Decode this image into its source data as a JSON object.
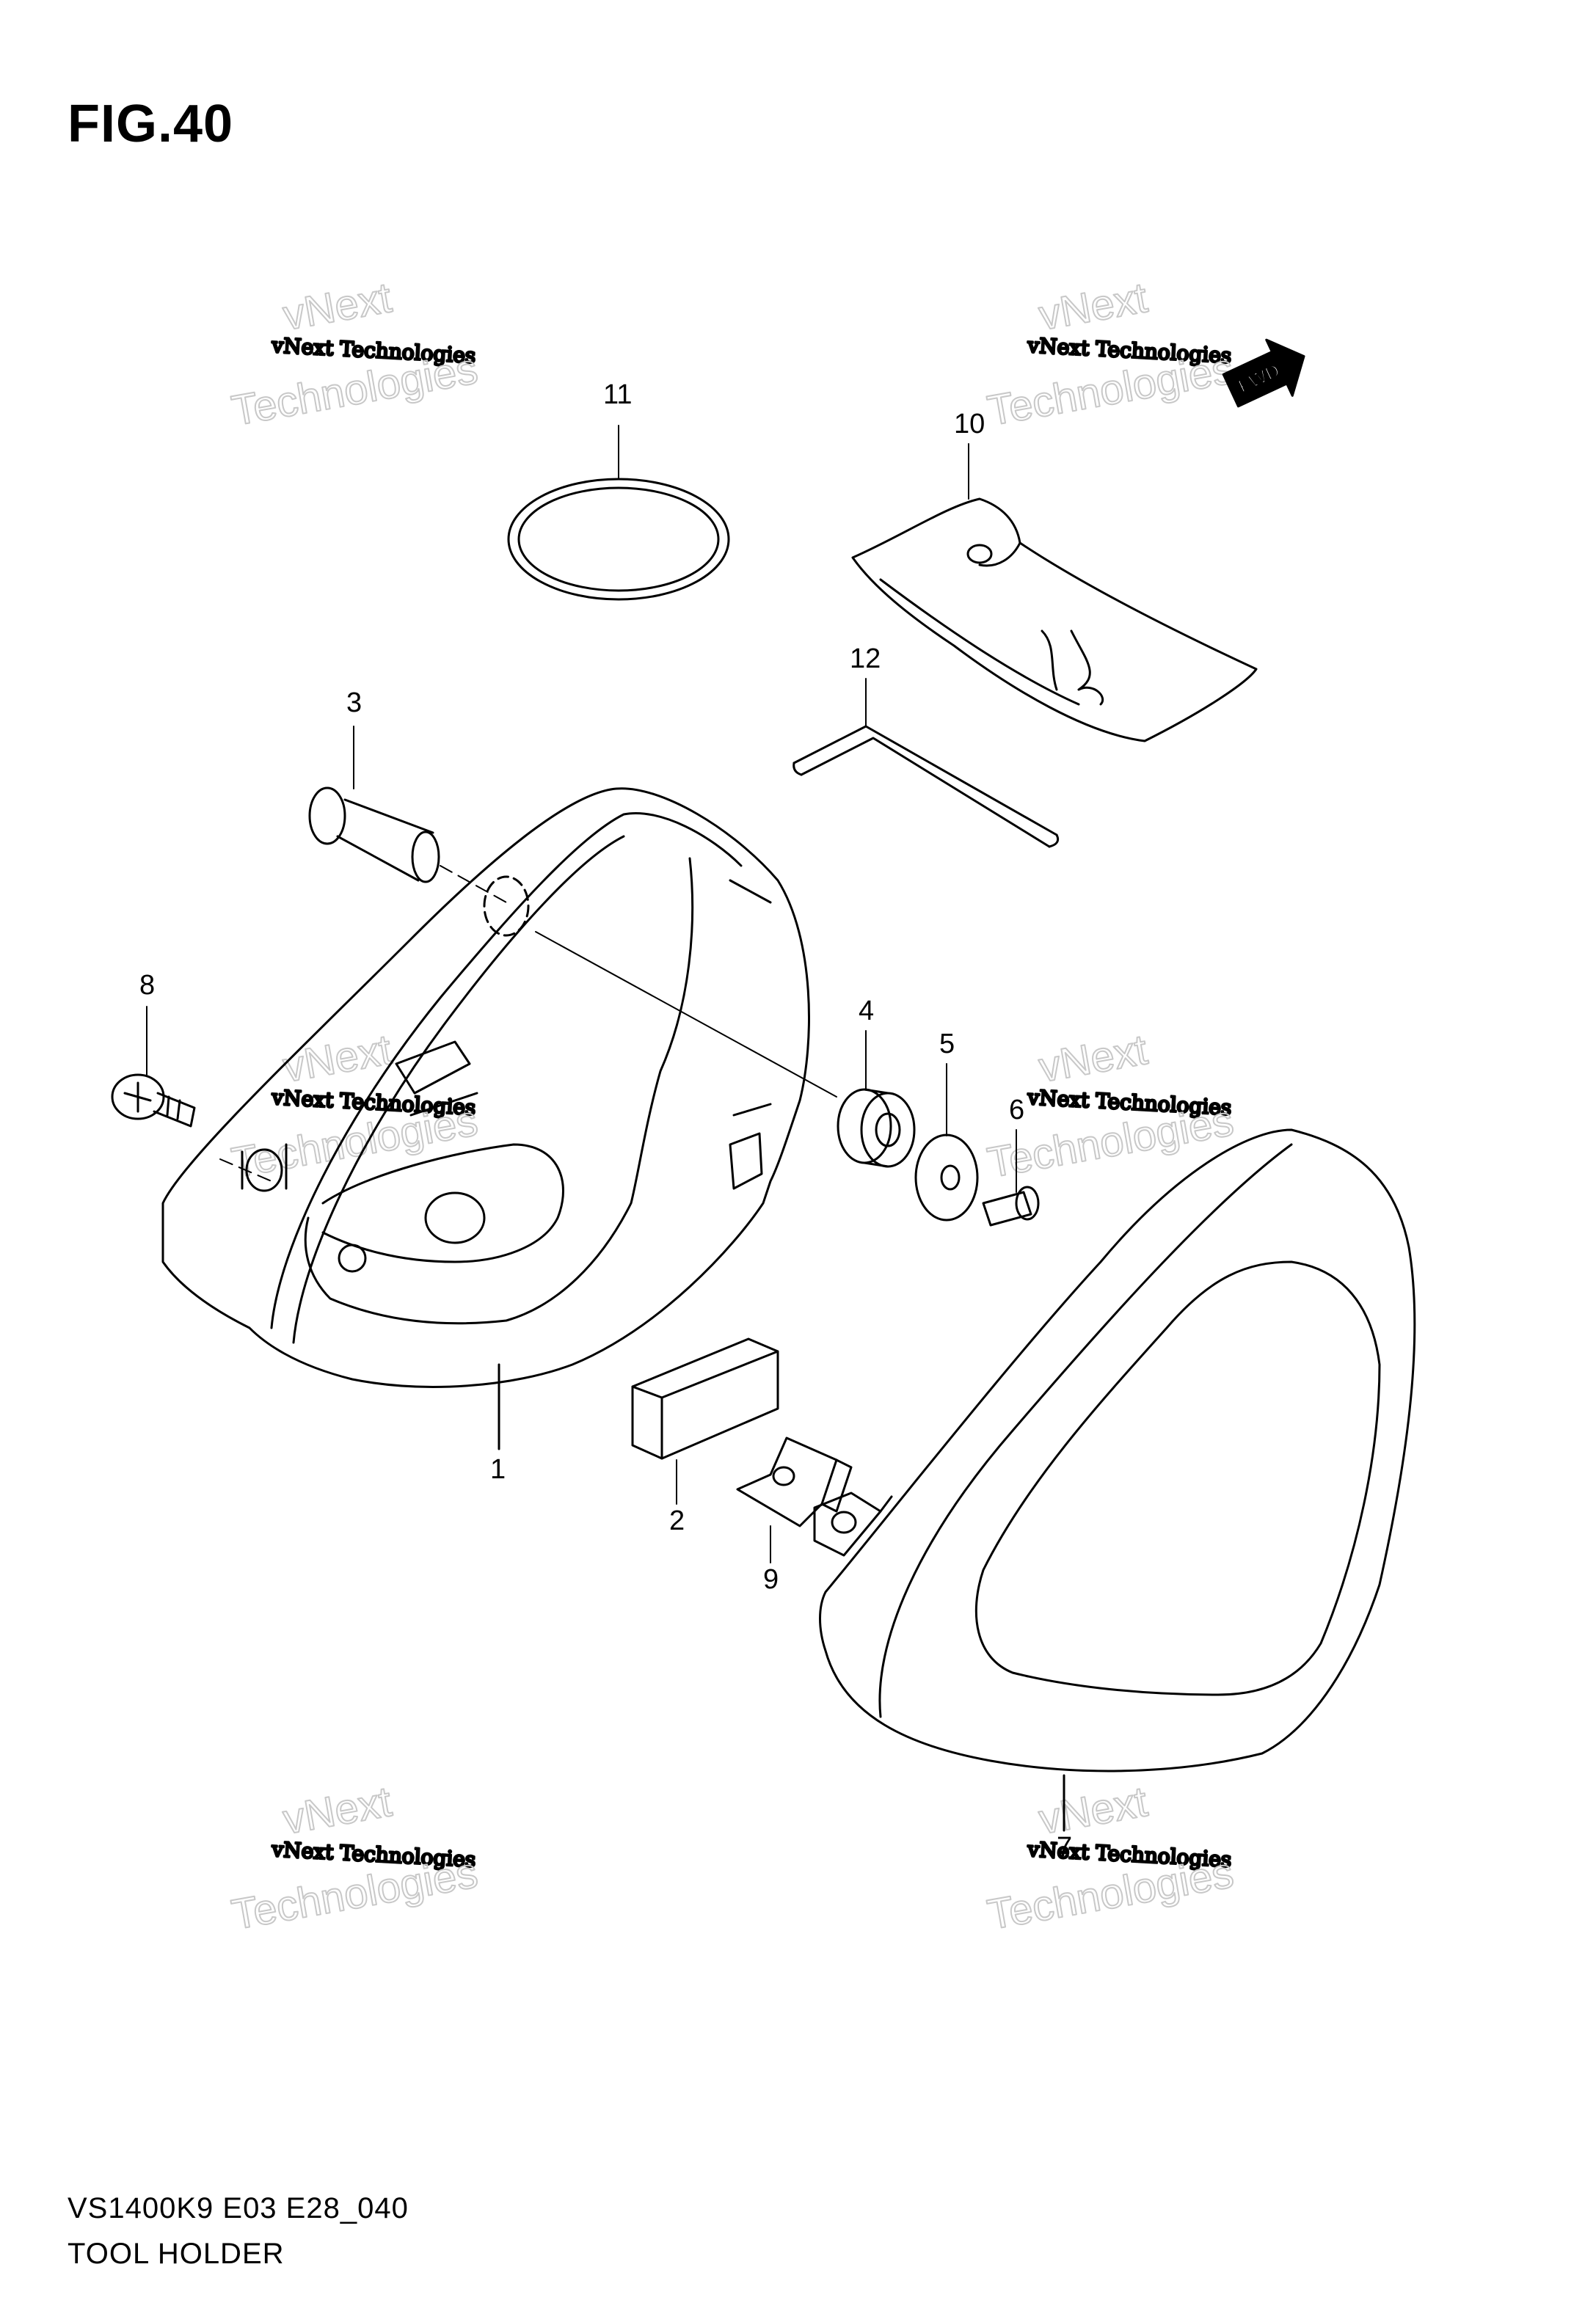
{
  "figure": {
    "title": "FIG.40"
  },
  "footer": {
    "code": "VS1400K9 E03 E28_040",
    "title": "TOOL HOLDER"
  },
  "fwd_label": "FWD",
  "watermark": {
    "line1": "vNext",
    "line2": "vNext Technologies",
    "line3": "Technologies"
  },
  "callouts": [
    {
      "id": "1",
      "label": "1"
    },
    {
      "id": "2",
      "label": "2"
    },
    {
      "id": "3",
      "label": "3"
    },
    {
      "id": "4",
      "label": "4"
    },
    {
      "id": "5",
      "label": "5"
    },
    {
      "id": "6",
      "label": "6"
    },
    {
      "id": "7",
      "label": "7"
    },
    {
      "id": "8",
      "label": "8"
    },
    {
      "id": "9",
      "label": "9"
    },
    {
      "id": "10",
      "label": "10"
    },
    {
      "id": "11",
      "label": "11"
    },
    {
      "id": "12",
      "label": "12"
    }
  ]
}
